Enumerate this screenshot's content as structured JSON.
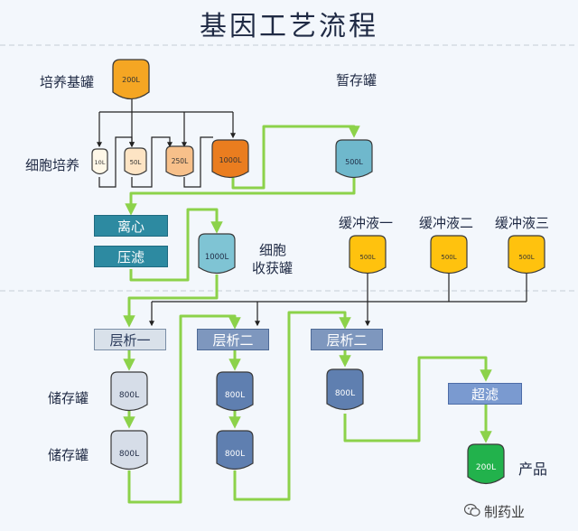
{
  "title": "基因工艺流程",
  "labels": {
    "medium_tank": "培养基罐",
    "temp_tank": "暂存罐",
    "cell_culture": "细胞培养",
    "harvest_line1": "细胞",
    "harvest_line2": "收获罐",
    "buffer1": "缓冲液一",
    "buffer2": "缓冲液二",
    "buffer3": "缓冲液三",
    "storage1": "储存罐",
    "storage2": "储存罐",
    "product": "产品",
    "watermark": "制药业"
  },
  "boxes": {
    "centrifuge": "离心",
    "filter": "压滤",
    "chrom1": "层析一",
    "chrom2": "层析二",
    "chrom3": "层析二",
    "ultrafilter": "超滤"
  },
  "tanks": {
    "medium": "200L",
    "c1": "10L",
    "c2": "50L",
    "c3": "250L",
    "c4": "1000L",
    "temp": "500L",
    "harvest": "1000L",
    "buf1": "500L",
    "buf2": "500L",
    "buf3": "500L",
    "s1a": "800L",
    "s1b": "800L",
    "s2a": "800L",
    "s2b": "800L",
    "s3": "800L",
    "product": "200L"
  },
  "colors": {
    "flow_green": "#8cd24a",
    "line_black": "#222222",
    "orange": "#f5a623",
    "gold": "#ffc20e",
    "teal_tank": "#7fc4d4",
    "light_gray_tank": "#d6dde8",
    "steel_tank": "#5f7fb0",
    "green_tank": "#22b24c"
  }
}
